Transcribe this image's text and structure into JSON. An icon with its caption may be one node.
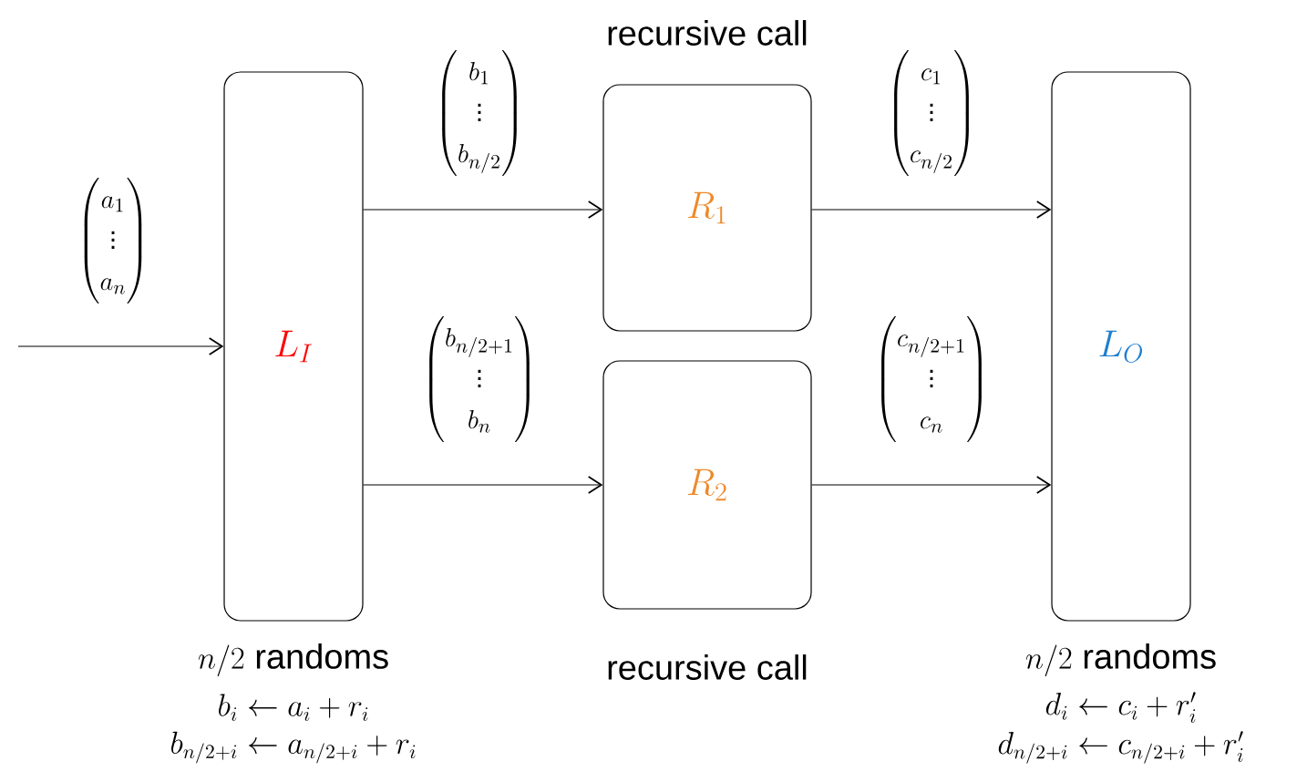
{
  "diagram": {
    "nodes": [
      {
        "text": [
          "L_I"
        ],
        "beside": [
          "n/2 \\mbox{ randoms}",
          "b_i \\leftarrow a_i + r_i",
          "b_{n/2+i} \\leftarrow a_{n/2+i} + r_i"
        ]
      },
      {
        "text": [
          "R_1"
        ],
        "beside": [
          "\\mbox{recursive call}"
        ]
      },
      {
        "text": [
          "R_2"
        ],
        "beside": [
          "\\mbox{recursive call}"
        ]
      },
      {
        "text": [
          "L_O"
        ],
        "beside": [
          "n/2 \\mbox{ randoms}",
          "d_i \\leftarrow c_i + r'_i",
          "d_{n/2+i} \\leftarrow c_{n/2+i} + r'_i"
        ]
      }
    ],
    "edges": [
      {
        "from": null,
        "to": 0,
        "arrow": "to",
        "label": "\\begin{pmatrix} a_1 \\\\ \\vdots \\\\ a_n \\end{pmatrix}"
      },
      {
        "from": 0,
        "to": 1,
        "arrow": "to",
        "label": "\\begin{pmatrix} b_1 \\\\ \\vdots \\\\ b_{n/2} \\end{pmatrix}"
      },
      {
        "from": 0,
        "to": 2,
        "arrow": "to",
        "label": "\\begin{pmatrix} b_{n/2+1} \\\\ \\vdots \\\\ b_n \\end{pmatrix}"
      },
      {
        "from": 1,
        "to": 3,
        "arrow": "to",
        "label": "\\begin{pmatrix} c_1 \\\\ \\vdots \\\\ c_{n/2} \\end{pmatrix}"
      },
      {
        "from": 2,
        "to": 3,
        "arrow": "to",
        "label": "\\begin{pmatrix} c_{n/2+1} \\\\ \\vdots \\\\ c_n \\end{pmatrix}"
      }
    ]
  }
}
